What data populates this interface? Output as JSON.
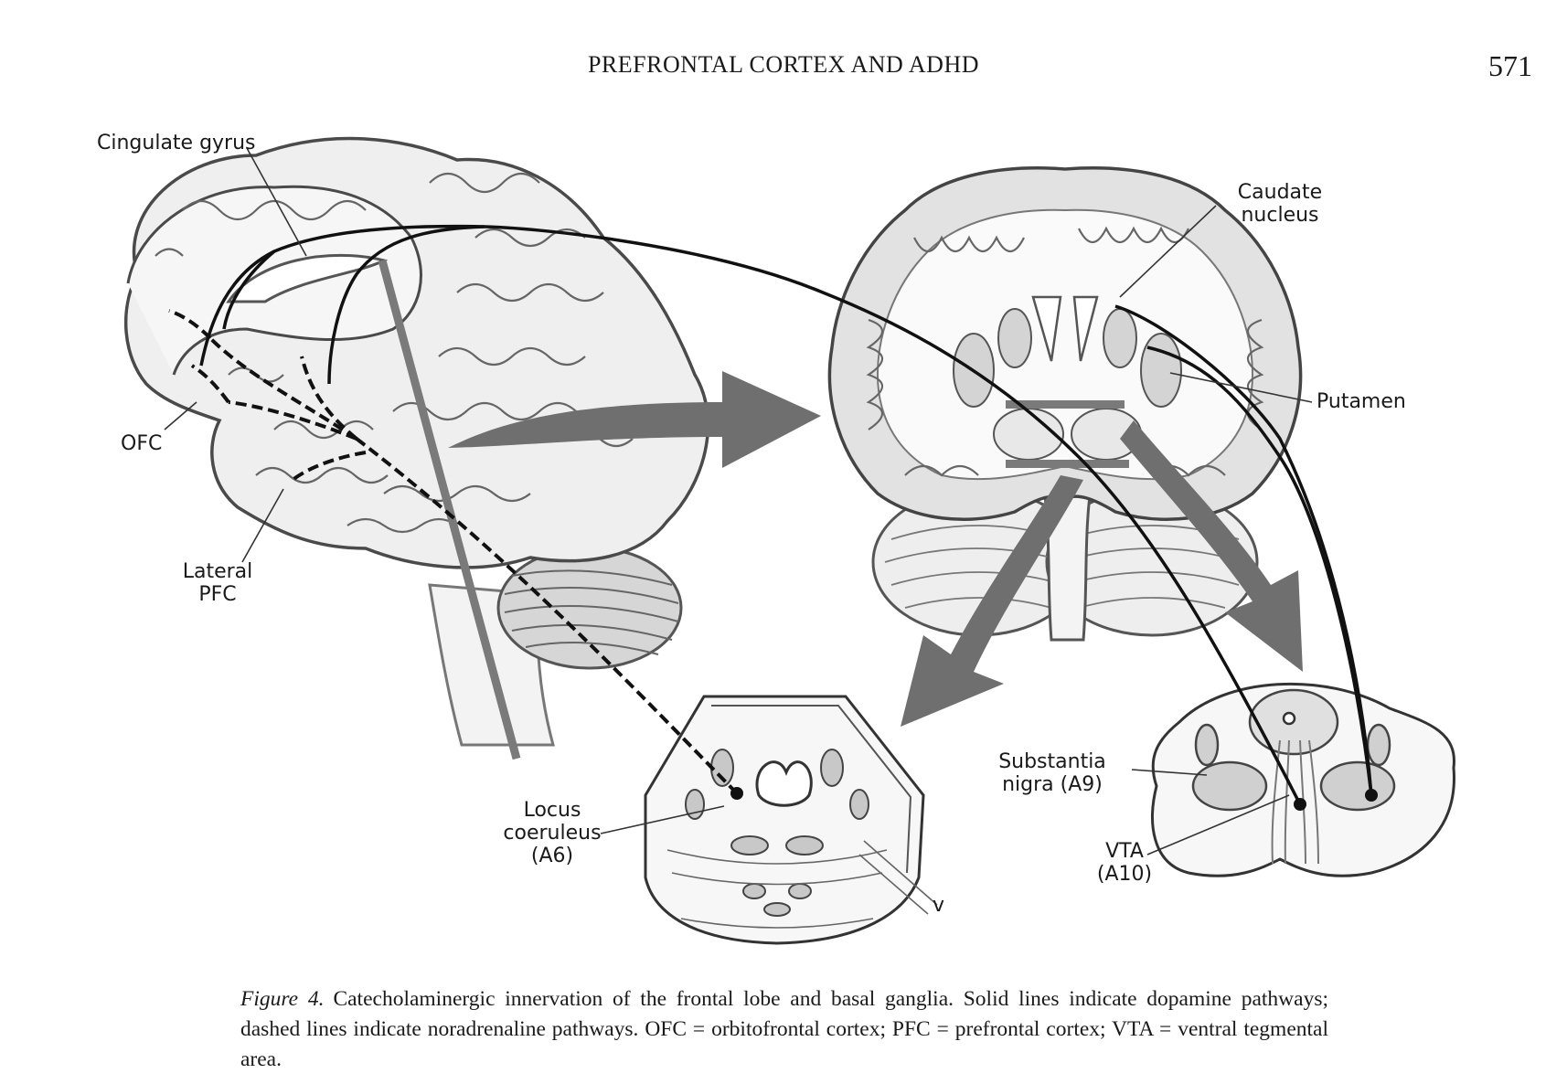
{
  "header": {
    "running_title": "PREFRONTAL CORTEX AND ADHD",
    "page_number": "571"
  },
  "figure": {
    "labels": {
      "cingulate_gyrus": "Cingulate gyrus",
      "ofc": "OFC",
      "lateral_pfc_1": "Lateral",
      "lateral_pfc_2": "PFC",
      "caudate_1": "Caudate",
      "caudate_2": "nucleus",
      "putamen": "Putamen",
      "substantia_1": "Substantia",
      "substantia_2": "nigra (A9)",
      "vta_1": "VTA",
      "vta_2": "(A10)",
      "locus_1": "Locus",
      "locus_2": "coeruleus",
      "locus_3": "(A6)",
      "brainstem_mark": "v"
    },
    "colors": {
      "ink": "#1a1a1a",
      "arrow_gray": "#6f6f6f",
      "tissue_fill": "#ececec",
      "white_matter": "#f8f8f8"
    }
  },
  "caption": {
    "label": "Figure 4.",
    "text": "Catecholaminergic innervation of the frontal lobe and basal ganglia. Solid lines indicate dopamine pathways; dashed lines indicate noradrenaline pathways. OFC = orbitofrontal cortex; PFC = prefrontal cortex; VTA = ventral tegmental area."
  }
}
